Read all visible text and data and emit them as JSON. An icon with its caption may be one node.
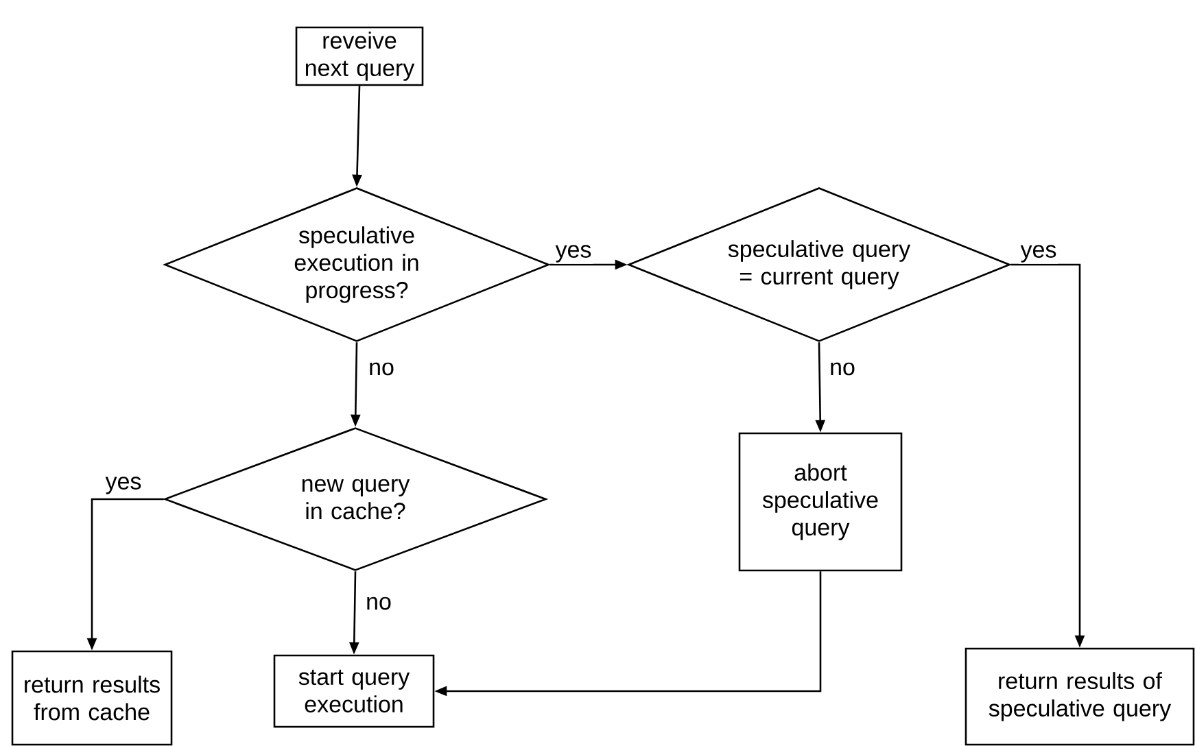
{
  "diagram": {
    "nodes": [
      {
        "text": [
          "reveive next query"
        ]
      },
      {
        "text": [
          "speculative execution in progress?"
        ]
      },
      {
        "text": [
          "speculative query = current query"
        ]
      },
      {
        "text": [
          "new query in cache?"
        ]
      },
      {
        "text": [
          "abort speculative query"
        ]
      },
      {
        "text": [
          "return results from cache"
        ]
      },
      {
        "text": [
          "start query execution"
        ]
      },
      {
        "text": [
          "return results of speculative query"
        ]
      }
    ],
    "edges": [
      {
        "from": 0,
        "to": 1,
        "arrow": "to"
      },
      {
        "from": 1,
        "to": 2,
        "arrow": "to",
        "label": "yes"
      },
      {
        "from": 1,
        "to": 3,
        "arrow": "to",
        "label": "no"
      },
      {
        "from": 2,
        "to": 7,
        "arrow": "to",
        "label": "yes"
      },
      {
        "from": 2,
        "to": 4,
        "arrow": "to",
        "label": "no"
      },
      {
        "from": 3,
        "to": 5,
        "arrow": "to",
        "label": "yes"
      },
      {
        "from": 3,
        "to": 6,
        "arrow": "to",
        "label": "no"
      },
      {
        "from": 4,
        "to": 6,
        "arrow": "to"
      }
    ]
  }
}
